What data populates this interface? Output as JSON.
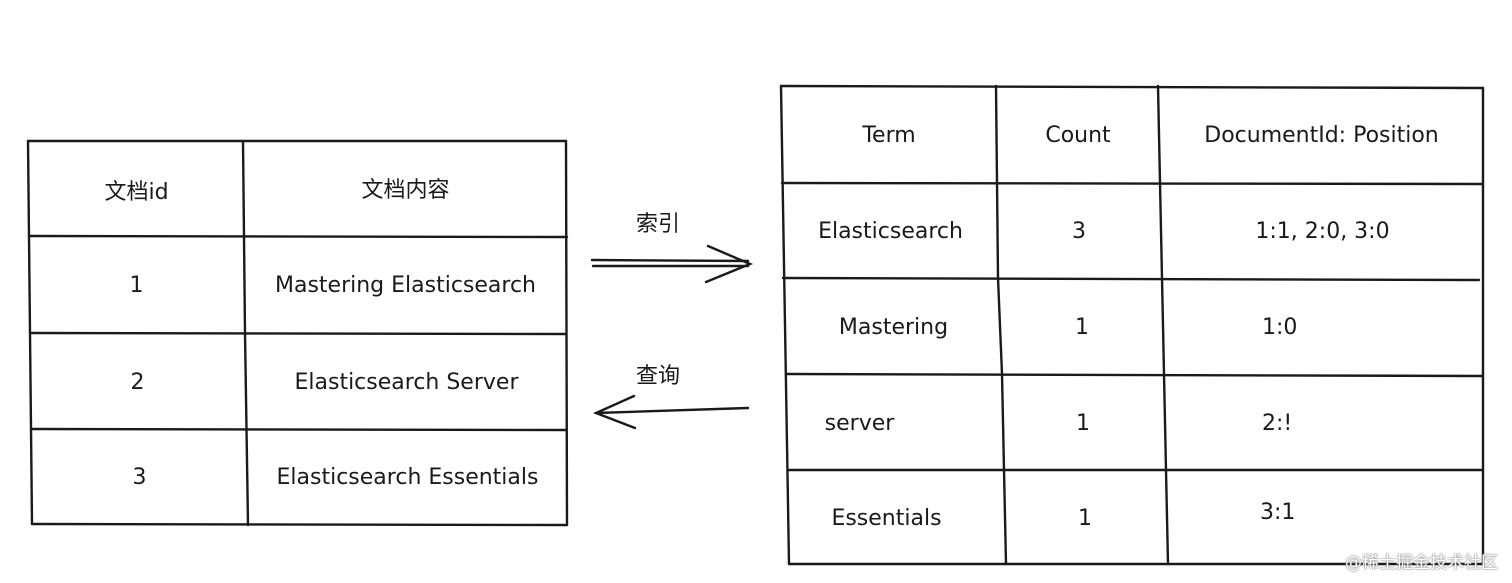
{
  "doc_table": {
    "headers": [
      "文档id",
      "文档内容"
    ],
    "rows": [
      {
        "id": "1",
        "content": "Mastering Elasticsearch"
      },
      {
        "id": "2",
        "content": "Elasticsearch Server"
      },
      {
        "id": "3",
        "content": "Elasticsearch Essentials"
      }
    ]
  },
  "arrows": {
    "index_label": "索引",
    "query_label": "查询"
  },
  "term_table": {
    "headers": [
      "Term",
      "Count",
      "DocumentId: Position"
    ],
    "rows": [
      {
        "term": "Elasticsearch",
        "count": "3",
        "positions": "1:1, 2:0, 3:0"
      },
      {
        "term": "Mastering",
        "count": "1",
        "positions": "1:0"
      },
      {
        "term": "server",
        "count": "1",
        "positions": "2:!"
      },
      {
        "term": "Essentials",
        "count": "1",
        "positions": "3:1"
      }
    ]
  },
  "watermark": "@稀土掘金技术社区",
  "colors": {
    "stroke": "#1a1a1a",
    "background": "#ffffff"
  }
}
